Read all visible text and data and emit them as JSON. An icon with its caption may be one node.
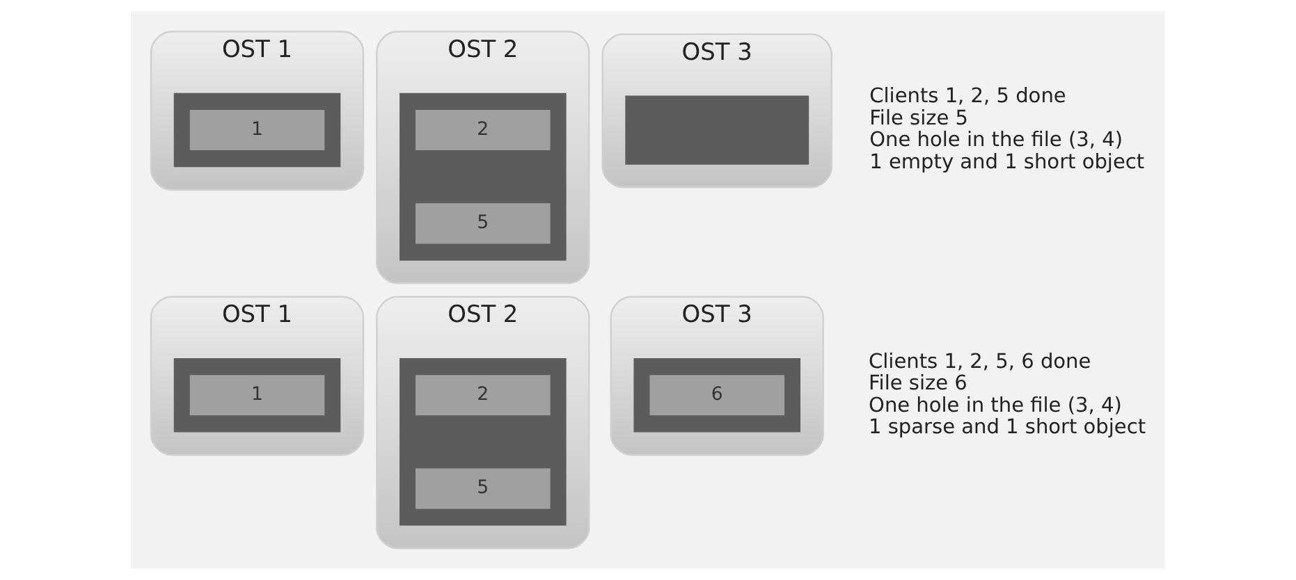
{
  "diagram": {
    "nodes": [
      {
        "text": [
          "OST 1"
        ]
      },
      {
        "text": [],
        "shape": "box",
        "in": 0
      },
      {
        "text": [
          "1"
        ],
        "in": 1
      },
      {
        "text": [
          "OST 2"
        ]
      },
      {
        "text": [],
        "shape": "box",
        "in": 3
      },
      {
        "text": [
          "2"
        ],
        "in": 4
      },
      {
        "text": [
          "5"
        ],
        "in": 4
      },
      {
        "text": [
          "OST 3"
        ]
      },
      {
        "text": [],
        "shape": "box",
        "in": 7
      },
      {
        "text": [
          "OST 1"
        ]
      },
      {
        "text": [],
        "shape": "box",
        "in": 9
      },
      {
        "text": [
          "1"
        ],
        "in": 10
      },
      {
        "text": [
          "OST 2"
        ]
      },
      {
        "text": [],
        "shape": "box",
        "in": 12
      },
      {
        "text": [
          "2"
        ],
        "in": 13
      },
      {
        "text": [
          "5"
        ],
        "in": 13
      },
      {
        "text": [
          "OST 3"
        ]
      },
      {
        "text": [],
        "shape": "box",
        "in": 16
      },
      {
        "text": [
          "6"
        ],
        "in": 17
      }
    ],
    "edges": [],
    "labels": [
      "Clients 1, 2, 5 done",
      "File size 5",
      "One hole in the file (3, 4)",
      "1 empty and 1 short object",
      "Clients 1, 2, 5, 6 done",
      "File size 6",
      "One hole in the file (3, 4)",
      "1 sparse and 1 short object"
    ]
  }
}
